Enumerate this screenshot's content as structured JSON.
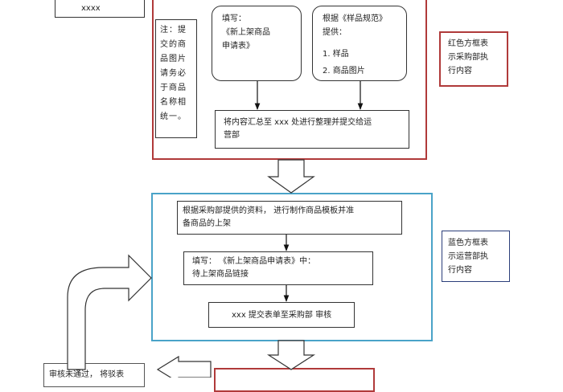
{
  "top_left_box": {
    "text": "xxxx"
  },
  "note_box": {
    "text": "注：提\n交的商\n品图片\n请务必\n于商品\n名称相\n统一。"
  },
  "fill_form_box": {
    "text": "填写：\n《新上架商品\n申请表》"
  },
  "sample_spec_box": {
    "heading": "根据《样品规范》\n提供：",
    "item1": "1.    样品",
    "item2": "2.    商品图片"
  },
  "summary_box": {
    "text": "将内容汇总至      xxx 处进行整理并提交给运\n营部"
  },
  "red_legend": {
    "text": "红色方框表\n示采购部执\n行内容"
  },
  "ops_data_box": {
    "text": "根据采购部提供的资料，  进行制作商品模板并准\n备商品的上架"
  },
  "ops_form_box": {
    "text": "填写：  《新上架商品申请表》中：\n待上架商品链接"
  },
  "submit_box": {
    "text": "xxx 提交表单至采购部       审核"
  },
  "blue_legend": {
    "text": "蓝色方框表\n示运营部执\n行内容"
  },
  "bottom_left_box": {
    "text": "审核未通过，  将驳表"
  },
  "colors": {
    "purchasing": "#b03a3a",
    "operations": "#4aa3c8",
    "legend_navy": "#2b3e7a"
  }
}
